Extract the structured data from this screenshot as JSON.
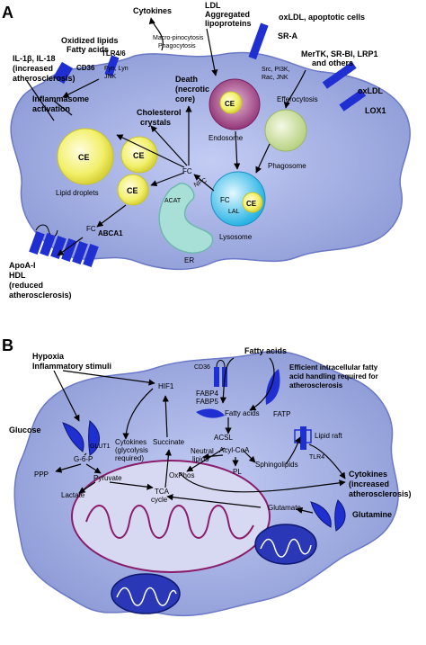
{
  "colors": {
    "cell_fill": "#aab6ec",
    "cell_fill_dark": "#8c9ad6",
    "cell_edge": "#5f6db8",
    "droplet": "#f2f06a",
    "droplet_edge": "#c9c42a",
    "endosome": "#a9387f",
    "phagosome": "#d6e6a6",
    "lysosome": "#39c7ef",
    "er": "#a8e0d8",
    "receptor": "#1f2fd2",
    "mito_outer": "#8a1e6b",
    "mito_inner_fill": "#d7d9f2",
    "mito_dark": "#1c2aa8"
  },
  "panel_a": {
    "letter": "A",
    "labels": {
      "cytokines": "Cytokines",
      "ldl_1": "LDL",
      "ldl_2": "Aggregated",
      "ldl_3": "lipoproteins",
      "oxldl_apoptotic": "oxLDL, apoptotic cells",
      "sra": "SR-A",
      "oxidized_lipids_1": "Oxidized lipids",
      "oxidized_lipids_2": "Fatty acids",
      "tlr46": "TLR4/6",
      "il1b_1": "IL-1β, IL-18",
      "il1b_2": "(increased",
      "il1b_3": "atherosclerosis)",
      "cd36": "CD36",
      "fyn_lyn": "Fyn, Lyn",
      "jnk": "JNK",
      "macropino_1": "Macro-pinocytosis",
      "macropino_2": "Phagocytosis",
      "src_1": "Src, PI3K,",
      "src_2": "Rac, JNK",
      "mertk_1": "MerTK, SR-BI, LRP1",
      "mertk_2": "and others",
      "oxldl": "oxLDL",
      "lox1": "LOX1",
      "inflammasome_1": "Inflammasome",
      "inflammasome_2": "activation",
      "death_1": "Death",
      "death_2": "(necrotic",
      "death_3": "core)",
      "cholesterol_1": "Cholesterol",
      "cholesterol_2": "crystals",
      "efferocytosis": "Efferocytosis",
      "endosome": "Endosome",
      "phagosome": "Phagosome",
      "lipid_droplets": "Lipid droplets",
      "fc": "FC",
      "npc": "NPC",
      "acat": "ACAT",
      "lal": "LAL",
      "lysosome": "Lysosome",
      "er": "ER",
      "abca1": "ABCA1",
      "apoa_1": "ApoA-I",
      "apoa_2": "HDL",
      "apoa_3": "(reduced",
      "apoa_4": "atherosclerosis)",
      "ce": "CE"
    }
  },
  "panel_b": {
    "letter": "B",
    "labels": {
      "hypoxia_1": "Hypoxia",
      "hypoxia_2": "Inflammatory stimuli",
      "fatty_acids_top": "Fatty acids",
      "cd36": "CD36",
      "efficient_1": "Efficient intracellular  fatty",
      "efficient_2": "acid handling required for",
      "efficient_3": "atherosclerosis",
      "hif1": "HIF1",
      "fabp4": "FABP4",
      "fabp5": "FABP5",
      "fatp": "FATP",
      "fatty_acids_mid": "Fatty acids",
      "glucose": "Glucose",
      "glut1": "GLUT1",
      "cytokines_gly_1": "Cytokines",
      "cytokines_gly_2": "(glycolysis",
      "cytokines_gly_3": "required)",
      "succinate": "Succinate",
      "acsl": "ACSL",
      "neutral_1": "Neutral",
      "neutral_2": "lipids",
      "acylcoa": "Acyl-CoA",
      "sphingolipids": "Sphingolipids",
      "lipid_raft": "Lipid raft",
      "tlr4": "TLR4",
      "g6p": "G-6-P",
      "ppp": "PPP",
      "pyruvate": "Pyruvate",
      "oxphos": "OxPhos",
      "pl": "PL",
      "cytokines_ath_1": "Cytokines",
      "cytokines_ath_2": "(increased",
      "cytokines_ath_3": "atherosclerosis)",
      "lactate": "Lactate",
      "tca_1": "TCA",
      "tca_2": "cycle",
      "glutamate": "Glutamate",
      "glutamine": "Glutamine"
    }
  }
}
